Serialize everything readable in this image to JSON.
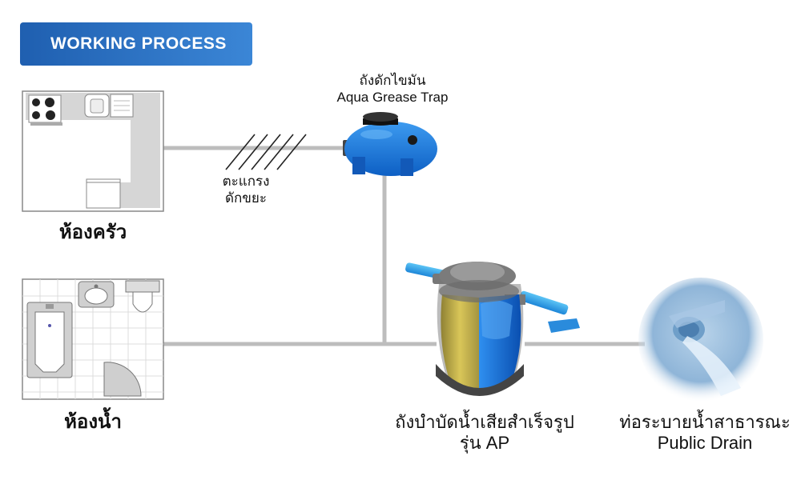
{
  "header": {
    "title": "WORKING PROCESS"
  },
  "kitchen": {
    "label": "ห้องครัว"
  },
  "bathroom": {
    "label": "ห้องน้ำ"
  },
  "screen": {
    "line1": "ตะแกรง",
    "line2": "ดักขยะ"
  },
  "grease_trap": {
    "line1": "ถังดักไขมัน",
    "line2": "Aqua Grease Trap"
  },
  "treatment_tank": {
    "line1": "ถังบำบัดน้ำเสียสำเร็จรูป",
    "line2": "รุ่น AP"
  },
  "public_drain": {
    "line1": "ท่อระบายน้ำสาธารณะ",
    "line2": "Public Drain"
  },
  "colors": {
    "pipe": "#bdbdbd",
    "accent": "#2a6fc4",
    "tank_blue": "#1e78d8",
    "tank_yellow": "#c9b64a"
  }
}
